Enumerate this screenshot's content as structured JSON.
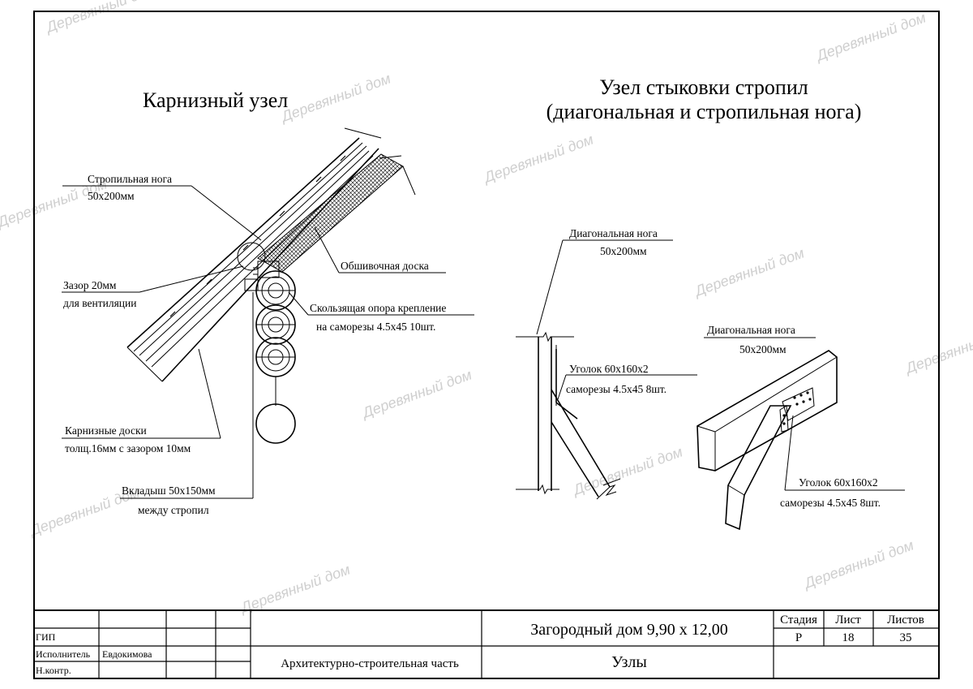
{
  "left_title": "Карнизный узел",
  "right_title_line1": "Узел  стыковки стропил",
  "right_title_line2": "(диагональная и стропильная нога)",
  "labels": {
    "rafter_leg": "Стропильная нога",
    "rafter_leg_size": "50х200мм",
    "gap": "Зазор 20мм",
    "gap_purpose": "для вентиляции",
    "sheathing_board": "Обшивочная доска",
    "sliding_support": "Скользящая опора крепление",
    "sliding_support_screws": "на саморезы 4.5х45 10шт.",
    "eave_boards": "Карнизные доски",
    "eave_boards_spec": "толщ.16мм с зазором 10мм",
    "insert": "Вкладыш 50х150мм",
    "insert_spec": "между стропил",
    "diag_leg_1": "Диагональная нога",
    "diag_leg_1_size": "50х200мм",
    "angle_1": "Уголок 60х160х2",
    "angle_1_screws": "саморезы 4.5х45 8шт.",
    "diag_leg_2": "Диагональная нога",
    "diag_leg_2_size": "50х200мм",
    "angle_2": "Уголок 60х160х2",
    "angle_2_screws": "саморезы 4.5х45 8шт."
  },
  "stamp": {
    "gip": "ГИП",
    "executor": "Исполнитель",
    "executor_name": "Евдокимова",
    "n_control": "Н.контр.",
    "project": "Загородный дом 9,90 х 12,00",
    "section": "Архитектурно-строительная часть",
    "sheet_title": "Узлы",
    "stage_header": "Стадия",
    "sheet_header": "Лист",
    "sheets_header": "Листов",
    "stage": "Р",
    "sheet": "18",
    "sheets": "35"
  },
  "watermark_text": "Деревянный дом"
}
